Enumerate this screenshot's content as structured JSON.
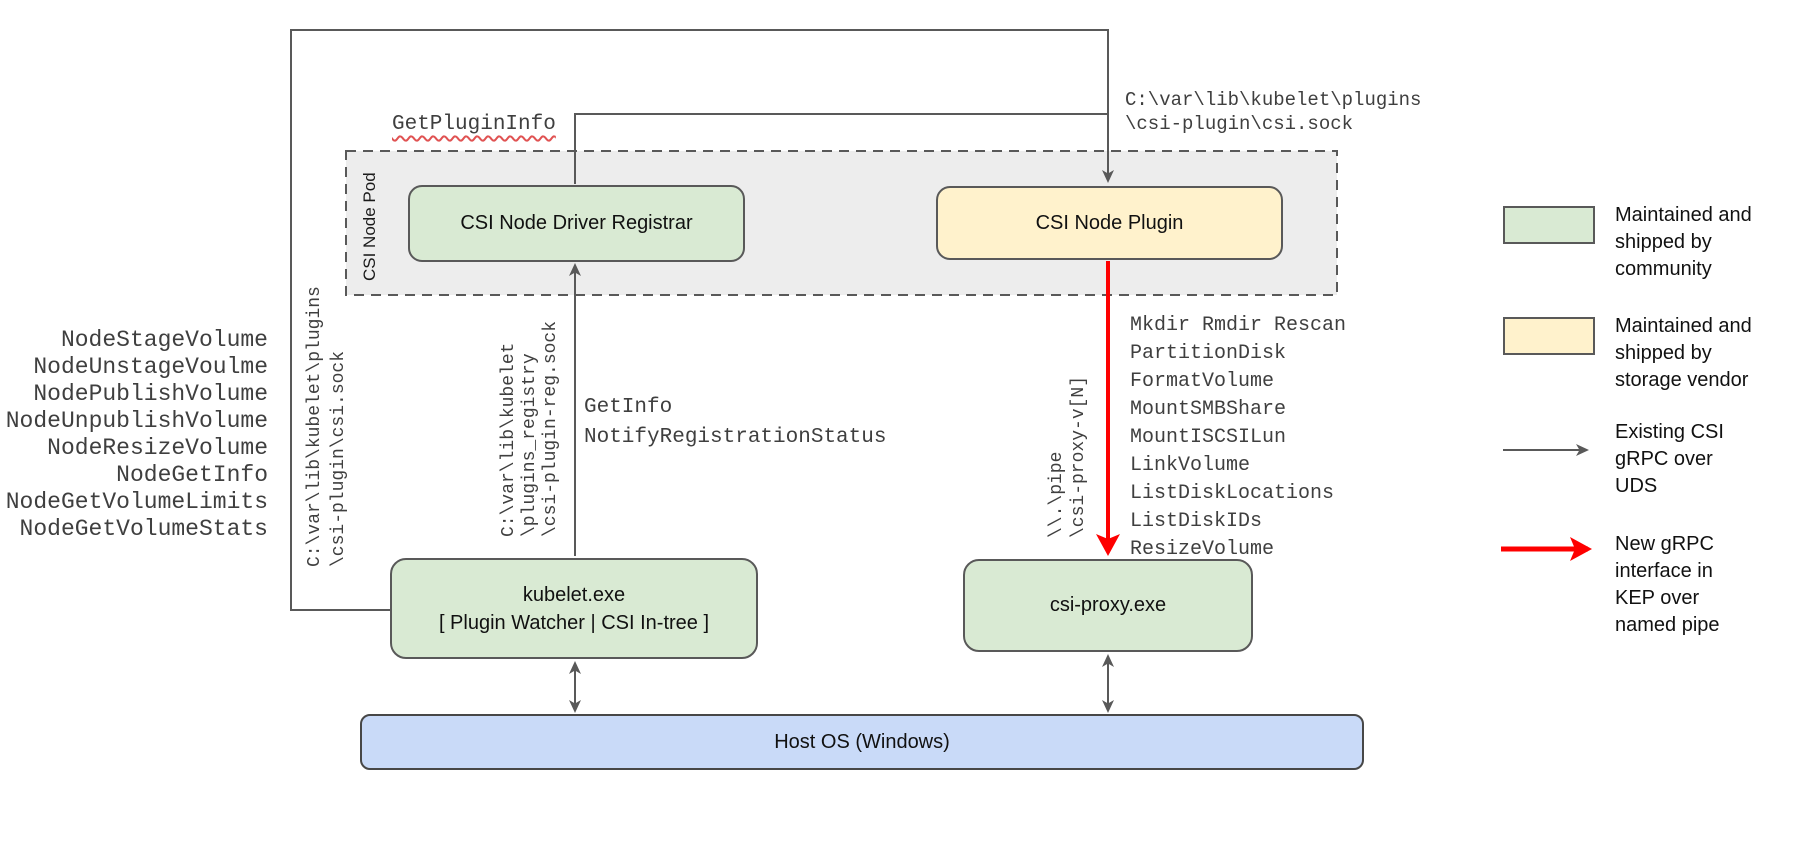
{
  "diagram": {
    "pod": {
      "label": "CSI Node Pod"
    },
    "nodes": {
      "registrar": {
        "label": "CSI Node Driver Registrar"
      },
      "plugin": {
        "label": "CSI Node Plugin"
      },
      "kubelet": {
        "line1": "kubelet.exe",
        "line2": "[ Plugin Watcher | CSI In-tree ]"
      },
      "csi_proxy": {
        "label": "csi-proxy.exe"
      },
      "host_os": {
        "label": "Host OS (Windows)"
      }
    },
    "annotations": {
      "get_plugin_info": "GetPluginInfo",
      "plugin_socket_path": "C:\\var\\lib\\kubelet\\plugins\n\\csi-plugin\\csi.sock",
      "plugin_socket_path_vertical": "C:\\var\\lib\\kubelet\\plugins\n\\csi-plugin\\csi.sock",
      "registration_socket_vertical": "C:\\var\\lib\\kubelet\n\\plugins_registry\n\\csi-plugin-reg.sock",
      "named_pipe_vertical": "\\\\.\\pipe\n\\csi-proxy-v[N]",
      "registration_calls": [
        "GetInfo",
        "NotifyRegistrationStatus"
      ],
      "node_rpcs": [
        "NodeStageVolume",
        "NodeUnstageVoulme",
        "NodePublishVolume",
        "NodeUnpublishVolume",
        "NodeResizeVolume",
        "NodeGetInfo",
        "NodeGetVolumeLimits",
        "NodeGetVolumeStats"
      ],
      "proxy_rpcs": [
        "Mkdir Rmdir Rescan",
        "PartitionDisk",
        "FormatVolume",
        "MountSMBShare",
        "MountISCSILun",
        "LinkVolume",
        "ListDiskLocations",
        "ListDiskIDs",
        "ResizeVolume"
      ]
    }
  },
  "legend": {
    "items": [
      {
        "swatch": "green-box",
        "label": "Maintained and\nshipped by\ncommunity"
      },
      {
        "swatch": "yellow-box",
        "label": "Maintained and\nshipped by\nstorage vendor"
      },
      {
        "swatch": "gray-arrow",
        "label": "Existing CSI\ngRPC over\nUDS"
      },
      {
        "swatch": "red-arrow",
        "label": "New gRPC\ninterface in\nKEP over\nnamed pipe"
      }
    ]
  },
  "colors": {
    "community_green": "#d9ead3",
    "vendor_yellow": "#fff2cc",
    "host_blue": "#c9daf8",
    "pod_gray": "#ededed",
    "line_gray": "#595959",
    "new_interface_red": "#fe0000",
    "squiggle_red": "#e05252"
  }
}
